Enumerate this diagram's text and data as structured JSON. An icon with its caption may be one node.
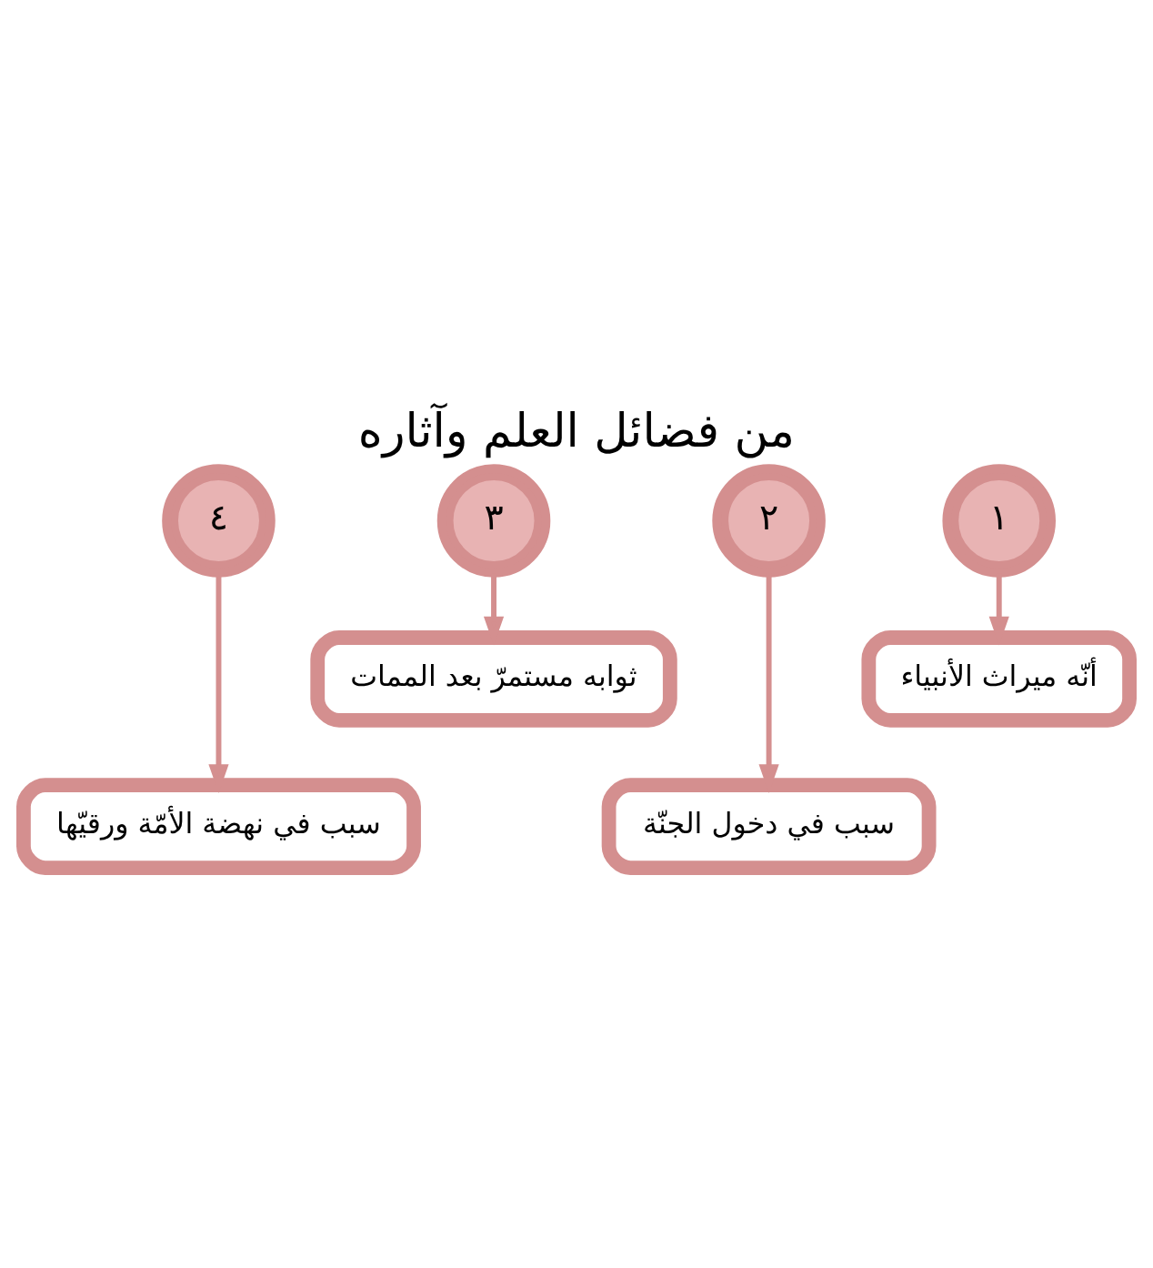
{
  "diagram": {
    "title": "من فضائل العلم وآثاره",
    "nodes": [
      {
        "text": [
          "١"
        ]
      },
      {
        "text": [
          "٢"
        ]
      },
      {
        "text": [
          "٣"
        ]
      },
      {
        "text": [
          "٤"
        ]
      },
      {
        "text": [
          "أنّه ميراث الأنبياء"
        ]
      },
      {
        "text": [
          "ثوابه مستمرّ بعد الممات"
        ]
      },
      {
        "text": [
          "سبب في دخول الجنّة"
        ]
      },
      {
        "text": [
          "سبب في نهضة الأمّة ورقيّها"
        ]
      }
    ],
    "edges": [
      {
        "from": 0,
        "to": 4,
        "arrow": "to"
      },
      {
        "from": 1,
        "to": 6,
        "arrow": "to"
      },
      {
        "from": 2,
        "to": 5,
        "arrow": "to"
      },
      {
        "from": 3,
        "to": 7,
        "arrow": "to"
      }
    ]
  }
}
